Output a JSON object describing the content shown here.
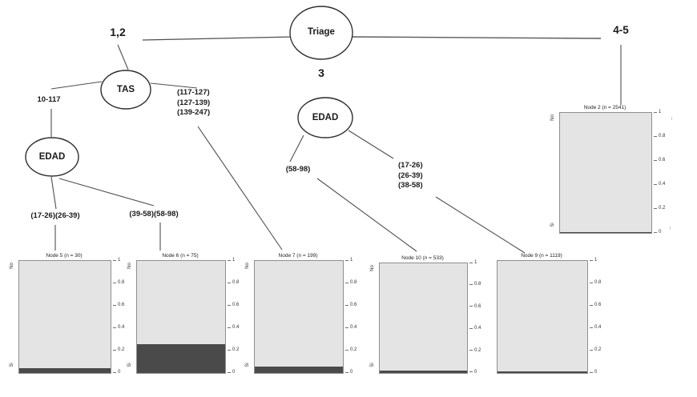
{
  "colors": {
    "bar_light": "#e4e4e4",
    "bar_dark": "#4a4a4a",
    "box_border": "#8f8f8f",
    "edge_line": "#4f4f4f",
    "ellipse_stroke": "#2f2f2f"
  },
  "tree": {
    "nodes": {
      "triage": "Triage",
      "tas": "TAS",
      "edad_left": "EDAD",
      "edad_mid": "EDAD"
    },
    "edges": {
      "triage_left": "1,2",
      "triage_mid": "3",
      "triage_right": "4-5",
      "tas_left": "10-117",
      "tas_right_lines": [
        "(117-127)",
        "(127-139)",
        "(139-247)"
      ],
      "edad_left_l": "(17-26)(26-39)",
      "edad_left_r": "(39-58)(58-98)",
      "edad_mid_l": "(58-98)",
      "edad_mid_r_lines": [
        "(17-26)",
        "(26-39)",
        "(38-58)"
      ]
    }
  },
  "axis_ticks": [
    "1",
    "0.8",
    "0.6",
    "0.4",
    "0.2",
    "0"
  ],
  "plots": [
    {
      "id": "node5",
      "title": "Node 5 (n = 30)",
      "n": 30,
      "si_fraction": 0.04,
      "top_label": "No",
      "bottom_label": "Si"
    },
    {
      "id": "node6",
      "title": "Node 6 (n = 75)",
      "n": 75,
      "si_fraction": 0.26,
      "top_label": "No",
      "bottom_label": "Si"
    },
    {
      "id": "node7",
      "title": "Node 7 (n = 199)",
      "n": 199,
      "si_fraction": 0.06,
      "top_label": "No",
      "bottom_label": "Si"
    },
    {
      "id": "node10",
      "title": "Node 10 (n = 533)",
      "n": 533,
      "si_fraction": 0.02,
      "top_label": "No",
      "bottom_label": "Si"
    },
    {
      "id": "node9",
      "title": "Node 9 (n = 1119)",
      "n": 1119,
      "si_fraction": 0.012
    },
    {
      "id": "node2",
      "title": "Node 2 (n = 2541)",
      "n": 2541,
      "si_fraction": 0.005,
      "top_label": "No",
      "bottom_label": "Si"
    }
  ],
  "stray_marks": {
    "top": "i",
    "bottom": "i"
  },
  "chart_data": {
    "type": "bar",
    "title": "",
    "description": "Conditional inference decision tree; terminal nodes are stacked bars of proportion Si (dark, bottom) vs No (light) on y-range 0-1",
    "tree": {
      "root": "Triage",
      "branches": [
        {
          "edge": "1,2",
          "node": "TAS",
          "children": [
            {
              "edge": "10-117",
              "node": "EDAD",
              "children": [
                {
                  "edge": "(17-26)(26-39)",
                  "terminal": "Node 5",
                  "n": 30
                },
                {
                  "edge": "(39-58)(58-98)",
                  "terminal": "Node 6",
                  "n": 75
                }
              ]
            },
            {
              "edge": "(117-127)(127-139)(139-247)",
              "terminal": "Node 7",
              "n": 199
            }
          ]
        },
        {
          "edge": "3",
          "node": "EDAD",
          "children": [
            {
              "edge": "(58-98)",
              "terminal": "Node 10",
              "n": 533
            },
            {
              "edge": "(17-26)(26-39)(38-58)",
              "terminal": "Node 9",
              "n": 1119
            }
          ]
        },
        {
          "edge": "4-5",
          "terminal": "Node 2",
          "n": 2541
        }
      ]
    },
    "categories": [
      "Node 5",
      "Node 6",
      "Node 7",
      "Node 10",
      "Node 9",
      "Node 2"
    ],
    "series": [
      {
        "name": "Si (dark)",
        "values": [
          0.04,
          0.26,
          0.06,
          0.02,
          0.012,
          0.005
        ]
      },
      {
        "name": "No (light)",
        "values": [
          0.96,
          0.74,
          0.94,
          0.98,
          0.988,
          0.995
        ]
      }
    ],
    "xlabel": "",
    "ylabel": "",
    "ylim": [
      0,
      1
    ],
    "yticks": [
      0,
      0.2,
      0.4,
      0.6,
      0.8,
      1
    ],
    "legend_position": "none",
    "grid": false
  }
}
